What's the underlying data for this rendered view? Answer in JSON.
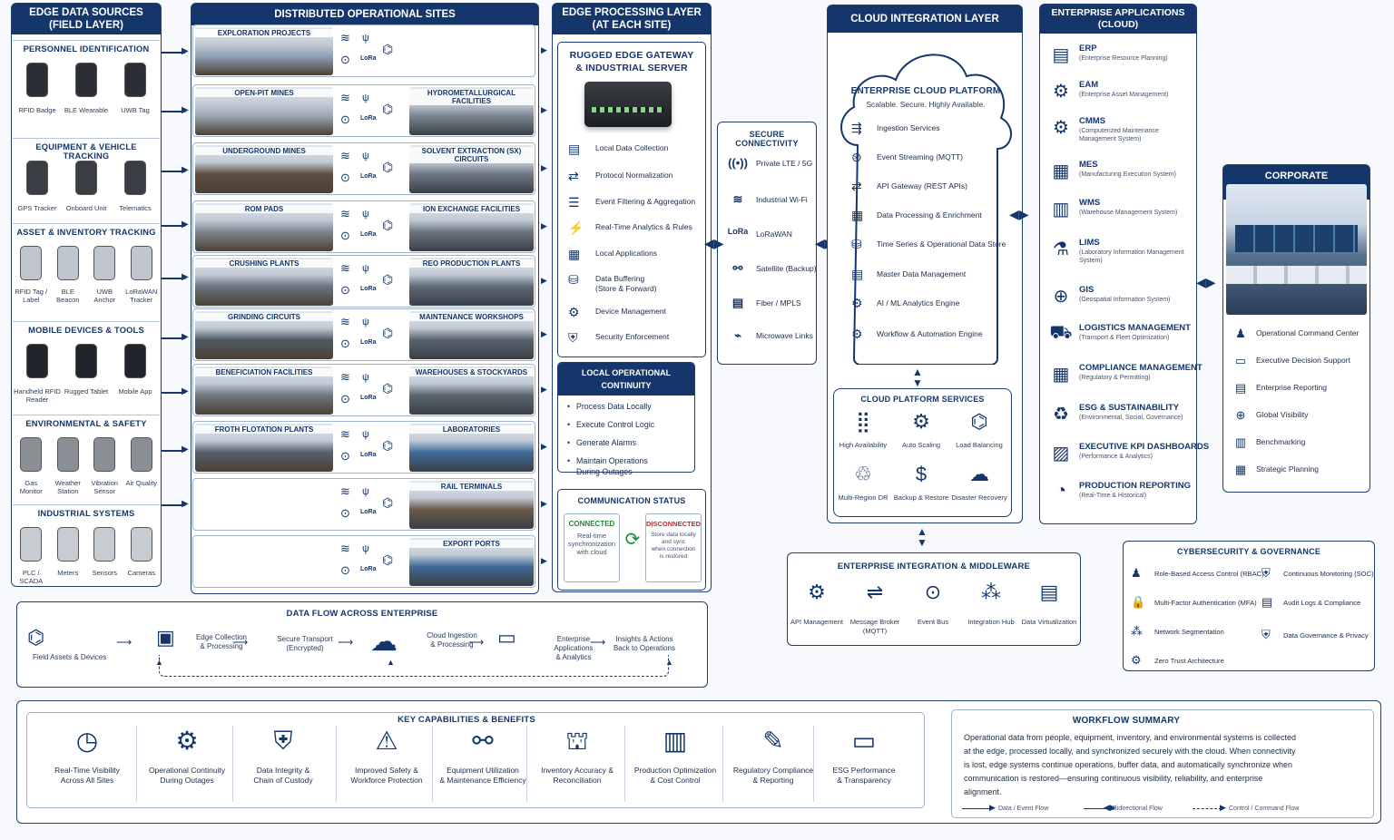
{
  "edge_sources": {
    "title": "EDGE DATA SOURCES\n(FIELD LAYER)",
    "groups": [
      {
        "title": "PERSONNEL IDENTIFICATION",
        "items": [
          "RFID Badge",
          "BLE Wearable",
          "UWB Tag"
        ]
      },
      {
        "title": "EQUIPMENT & VEHICLE TRACKING",
        "items": [
          "GPS Tracker",
          "Onboard Unit",
          "Telematics"
        ]
      },
      {
        "title": "ASSET & INVENTORY TRACKING",
        "items": [
          "RFID Tag / Label",
          "BLE Beacon",
          "UWB Anchor",
          "LoRaWAN Tracker"
        ]
      },
      {
        "title": "MOBILE DEVICES & TOOLS",
        "items": [
          "Handheld RFID Reader",
          "Rugged Tablet",
          "Mobile App"
        ]
      },
      {
        "title": "ENVIRONMENTAL & SAFETY",
        "items": [
          "Gas Monitor",
          "Weather Station",
          "Vibration Sensor",
          "Air Quality"
        ]
      },
      {
        "title": "INDUSTRIAL SYSTEMS",
        "items": [
          "PLC / SCADA",
          "Meters",
          "Sensors",
          "Cameras"
        ]
      }
    ]
  },
  "sites": {
    "title": "DISTRIBUTED OPERATIONAL SITES",
    "rows": [
      {
        "left": "EXPLORATION PROJECTS",
        "right": ""
      },
      {
        "left": "OPEN-PIT MINES",
        "right": "HYDROMETALLURGICAL FACILITIES"
      },
      {
        "left": "UNDERGROUND MINES",
        "right": "SOLVENT EXTRACTION (SX) CIRCUITS"
      },
      {
        "left": "ROM PADS",
        "right": "ION EXCHANGE FACILITIES"
      },
      {
        "left": "CRUSHING PLANTS",
        "right": "REO PRODUCTION PLANTS"
      },
      {
        "left": "GRINDING CIRCUITS",
        "right": "MAINTENANCE WORKSHOPS"
      },
      {
        "left": "BENEFICIATION FACILITIES",
        "right": "WAREHOUSES & STOCKYARDS"
      },
      {
        "left": "FROTH FLOTATION PLANTS",
        "right": "LABORATORIES"
      },
      {
        "left": "",
        "right": "RAIL TERMINALS"
      },
      {
        "left": "",
        "right": "EXPORT PORTS"
      }
    ],
    "lora": "LoRa"
  },
  "edge_layer": {
    "title": "EDGE PROCESSING LAYER\n(AT EACH SITE)",
    "gateway": "RUGGED EDGE GATEWAY\n& INDUSTRIAL SERVER",
    "items": [
      "Local Data Collection",
      "Protocol Normalization",
      "Event Filtering & Aggregation",
      "Real-Time Analytics & Rules",
      "Local Applications",
      "Data Buffering\n(Store & Forward)",
      "Device Management",
      "Security Enforcement"
    ],
    "continuity_title": "LOCAL OPERATIONAL CONTINUITY",
    "continuity": [
      "Process Data Locally",
      "Execute Control Logic",
      "Generate Alarms",
      "Maintain Operations\nDuring Outages"
    ],
    "comm_title": "COMMUNICATION STATUS",
    "connected": "CONNECTED",
    "connected_desc": "Real-time\nsynchronization\nwith cloud",
    "disconnected": "DISCONNECTED",
    "disconnected_desc": "Store data locally\nand sync\nwhen connection\nis restored"
  },
  "connectivity": {
    "title": "SECURE CONNECTIVITY",
    "items": [
      "Private LTE / 5G",
      "Industrial Wi-Fi",
      "LoRaWAN",
      "Satellite (Backup)",
      "Fiber / MPLS",
      "Microwave Links"
    ],
    "lora_logo": "LoRa"
  },
  "cloud": {
    "title": "CLOUD INTEGRATION LAYER",
    "platform_title": "ENTERPRISE CLOUD PLATFORM",
    "platform_sub": "Scalable. Secure. Highly Available.",
    "items": [
      "Ingestion Services",
      "Event Streaming (MQTT)",
      "API Gateway (REST APIs)",
      "Data Processing & Enrichment",
      "Time Series & Operational Data Store",
      "Master Data Management",
      "AI / ML Analytics Engine",
      "Workflow & Automation Engine"
    ],
    "services_title": "CLOUD PLATFORM SERVICES",
    "services": [
      "High Availability",
      "Auto Scaling",
      "Load Balancing",
      "Multi-Region DR",
      "Backup & Restore",
      "Disaster Recovery"
    ]
  },
  "middleware": {
    "title": "ENTERPRISE INTEGRATION & MIDDLEWARE",
    "items": [
      "API Management",
      "Message Broker\n(MQTT)",
      "Event Bus",
      "Integration Hub",
      "Data Virtualization"
    ]
  },
  "enterprise_apps": {
    "title": "ENTERPRISE APPLICATIONS\n(CLOUD)",
    "items": [
      {
        "t": "ERP",
        "d": "(Enterprise Resource Planning)"
      },
      {
        "t": "EAM",
        "d": "(Enterprise Asset Management)"
      },
      {
        "t": "CMMS",
        "d": "(Computerized Maintenance Management System)"
      },
      {
        "t": "MES",
        "d": "(Manufacturing Execution System)"
      },
      {
        "t": "WMS",
        "d": "(Warehouse Management System)"
      },
      {
        "t": "LIMS",
        "d": "(Laboratory Information Management System)"
      },
      {
        "t": "GIS",
        "d": "(Geospatial Information System)"
      },
      {
        "t": "LOGISTICS MANAGEMENT",
        "d": "(Transport & Fleet Optimization)"
      },
      {
        "t": "COMPLIANCE MANAGEMENT",
        "d": "(Regulatory & Permitting)"
      },
      {
        "t": "ESG & SUSTAINABILITY",
        "d": "(Environmental, Social, Governance)"
      },
      {
        "t": "EXECUTIVE KPI DASHBOARDS",
        "d": "(Performance & Analytics)"
      },
      {
        "t": "PRODUCTION REPORTING",
        "d": "(Real-Time & Historical)"
      }
    ]
  },
  "hq": {
    "title": "CORPORATE HEADQUARTERS",
    "items": [
      "Operational Command Center",
      "Executive Decision Support",
      "Enterprise Reporting",
      "Global Visibility",
      "Benchmarking",
      "Strategic Planning"
    ]
  },
  "security": {
    "title": "CYBERSECURITY & GOVERNANCE",
    "left": [
      "Role-Based Access Control (RBAC)",
      "Multi-Factor Authentication (MFA)",
      "Network Segmentation",
      "Zero Trust Architecture"
    ],
    "right": [
      "Continuous Monitoring (SOC)",
      "Audit Logs & Compliance",
      "Data Governance & Privacy"
    ]
  },
  "data_flow": {
    "title": "DATA FLOW ACROSS ENTERPRISE",
    "steps": [
      "Field Assets & Devices",
      "Edge Collection\n& Processing",
      "Secure Transport\n(Encrypted)",
      "Cloud Ingestion\n& Processing",
      "Enterprise Applications\n& Analytics",
      "Insights & Actions\nBack to Operations"
    ]
  },
  "capabilities": {
    "title": "KEY CAPABILITIES & BENEFITS",
    "items": [
      "Real-Time Visibility\nAcross All Sites",
      "Operational Continuity\nDuring Outages",
      "Data Integrity &\nChain of Custody",
      "Improved Safety &\nWorkforce Protection",
      "Equipment Utilization\n& Maintenance Efficiency",
      "Inventory Accuracy &\nReconciliation",
      "Production Optimization\n& Cost Control",
      "Regulatory Compliance\n& Reporting",
      "ESG Performance\n& Transparency"
    ]
  },
  "workflow": {
    "title": "WORKFLOW SUMMARY",
    "text": "Operational data from people, equipment, inventory, and environmental systems is collected at the edge, processed locally, and synchronized securely with the cloud.  When connectivity is lost, edge systems continue operations, buffer data, and automatically synchronize when communication is restored—ensuring continuous visibility, reliability, and enterprise alignment.",
    "legend": [
      "Data / Event Flow",
      "Bidirectional Flow",
      "Control / Command Flow"
    ]
  },
  "colors": {
    "navy": "#14366b",
    "green": "#1a8a3a",
    "red": "#c0282d"
  },
  "icons": [
    "badge-icon",
    "watch-icon",
    "tag-icon",
    "gps-icon",
    "server-icon",
    "wifi-icon",
    "pin-icon",
    "gear-icon",
    "cloud-icon",
    "lock-icon",
    "shield-icon",
    "chart-icon"
  ]
}
